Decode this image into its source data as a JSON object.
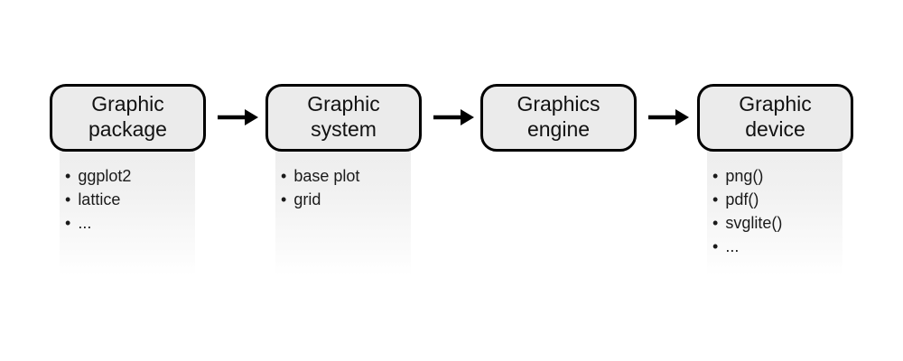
{
  "diagram": {
    "bullet_char": "•",
    "nodes": [
      {
        "label_line1": "Graphic",
        "label_line2": "package",
        "bullets": [
          "ggplot2",
          "lattice",
          "..."
        ]
      },
      {
        "label_line1": "Graphic",
        "label_line2": "system",
        "bullets": [
          "base plot",
          "grid"
        ]
      },
      {
        "label_line1": "Graphics",
        "label_line2": "engine",
        "bullets": []
      },
      {
        "label_line1": "Graphic",
        "label_line2": "device",
        "bullets": [
          "png()",
          "pdf()",
          "svglite()",
          "..."
        ]
      }
    ],
    "colors": {
      "background": "#ffffff",
      "node_fill": "#ebebeb",
      "node_border": "#000000",
      "panel_gradient_top": "#ededed",
      "arrow": "#000000",
      "text": "#1a1a1a"
    }
  }
}
